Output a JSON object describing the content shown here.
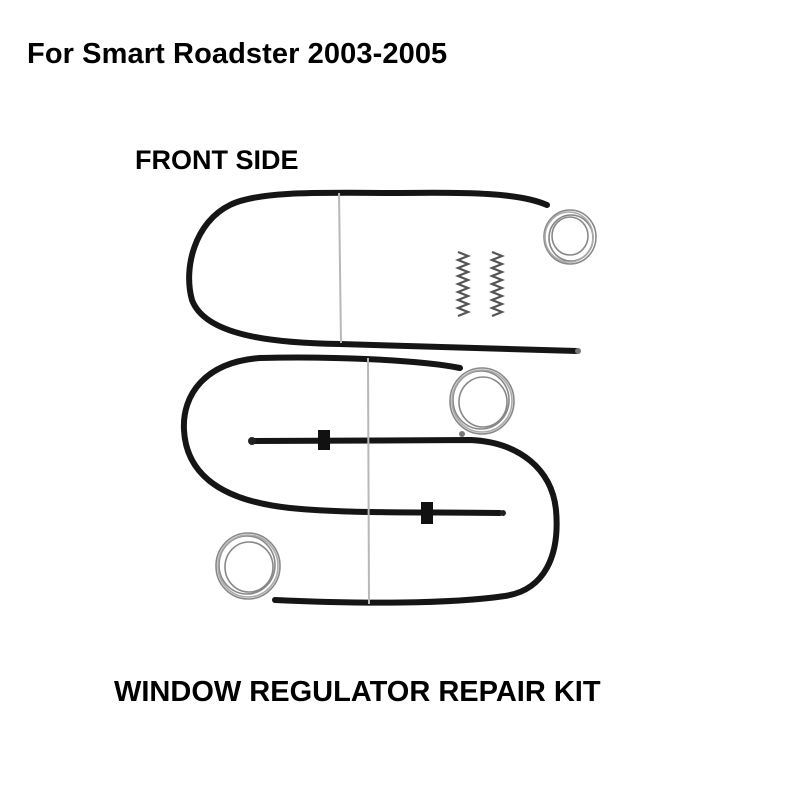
{
  "header": {
    "title": "For Smart Roadster 2003-2005"
  },
  "labels": {
    "side": "FRONT SIDE",
    "kit": "WINDOW REGULATOR REPAIR KIT"
  },
  "photo": {
    "subject": "window-regulator-cable-kit",
    "colors": {
      "cable": "#151515",
      "wire": "#b0b0b0",
      "coil": "#8a8a8a",
      "background": "#ffffff"
    }
  }
}
